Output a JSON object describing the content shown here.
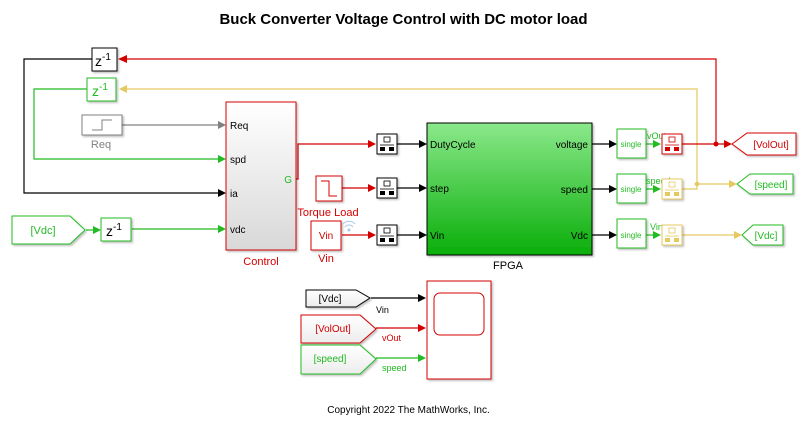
{
  "title": "Buck Converter Voltage Control with DC motor load",
  "copyright": "Copyright 2022 The MathWorks, Inc.",
  "colors": {
    "red": "#d40000",
    "green": "#22bb22",
    "yellow": "#e6c860",
    "black": "#000000",
    "gray": "#808080",
    "fpga_top": "#88e888",
    "fpga_bottom": "#11b011"
  },
  "blocks": {
    "delay_top": {
      "label_base": "z",
      "label_exp": "-1"
    },
    "delay_mid": {
      "label_base": "z",
      "label_exp": "-1"
    },
    "delay_vdc": {
      "label_base": "z",
      "label_exp": "-1"
    },
    "step_req": {
      "name": "Req"
    },
    "from_vdc_left": {
      "tag": "[Vdc]"
    },
    "control": {
      "name": "Control",
      "inputs": [
        "Req",
        "spd",
        "ia",
        "vdc"
      ],
      "output": "G"
    },
    "torque_load": {
      "name": "Torque Load"
    },
    "vin": {
      "name": "Vin",
      "label": "Vin"
    },
    "fpga": {
      "name": "FPGA",
      "inputs": [
        "DutyCycle",
        "step",
        "Vin"
      ],
      "outputs": [
        "voltage",
        "speed",
        "Vdc"
      ]
    },
    "converters": [
      {
        "label": "single",
        "signal": "vOut"
      },
      {
        "label": "single",
        "signal": "speed"
      },
      {
        "label": "single",
        "signal": "Vin"
      }
    ],
    "goto_tags": [
      "[VolOut]",
      "[speed]",
      "[Vdc]"
    ],
    "scope": {
      "inputs": [
        {
          "tag": "[Vdc]",
          "signal": "Vin"
        },
        {
          "tag": "[VolOut]",
          "signal": "vOut"
        },
        {
          "tag": "[speed]",
          "signal": "speed"
        }
      ]
    }
  }
}
